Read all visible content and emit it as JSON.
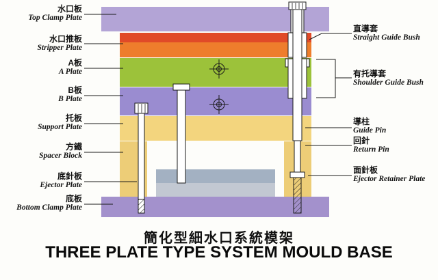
{
  "diagram": {
    "left_labels": [
      {
        "zh": "水口板",
        "en": "Top Clamp Plate"
      },
      {
        "zh": "水口推板",
        "en": "Stripper Plate"
      },
      {
        "zh": "A板",
        "en": "A Plate"
      },
      {
        "zh": "B板",
        "en": "B Plate"
      },
      {
        "zh": "托板",
        "en": "Support Plate"
      },
      {
        "zh": "方鐵",
        "en": "Spacer Block"
      },
      {
        "zh": "底針板",
        "en": "Ejector Plate"
      },
      {
        "zh": "底板",
        "en": "Bottom Clamp Plate"
      }
    ],
    "right_labels": [
      {
        "zh": "直導套",
        "en": "Straight Guide Bush"
      },
      {
        "zh": "有托導套",
        "en": "Shoulder Guide Bush"
      },
      {
        "zh": "導柱",
        "en": "Guide Pin"
      },
      {
        "zh": "回針",
        "en": "Return Pin"
      },
      {
        "zh": "面針板",
        "en": "Ejector Retainer Plate"
      }
    ],
    "colors": {
      "top_clamp_plate": "#b3a4d6",
      "stripper_plate_top": "#e04a28",
      "stripper_plate": "#ee7d2c",
      "a_plate": "#9cc23a",
      "b_plate": "#9a8cd0",
      "support_plate": "#f3d57e",
      "spacer_block": "#edcd77",
      "ejector_retainer_plate": "#a3b1c2",
      "ejector_plate": "#c2c8d2",
      "bottom_clamp_plate": "#a391cc"
    }
  },
  "title": {
    "zh": "簡化型細水口系統模架",
    "en": "THREE PLATE TYPE SYSTEM MOULD BASE"
  }
}
